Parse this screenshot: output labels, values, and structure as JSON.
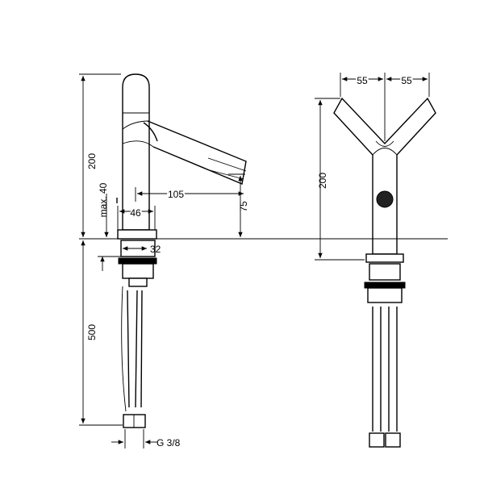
{
  "title": "Faucet dimension drawing",
  "side_view": {
    "height_total": "200",
    "max_lift": "max. 40",
    "base_width": "46",
    "spout_reach": "105",
    "spout_height": "75",
    "hole_diameter": "32",
    "hose_length": "500",
    "connection": "G 3/8"
  },
  "front_view": {
    "arm_left": "55",
    "arm_right": "55",
    "height_total": "200"
  }
}
